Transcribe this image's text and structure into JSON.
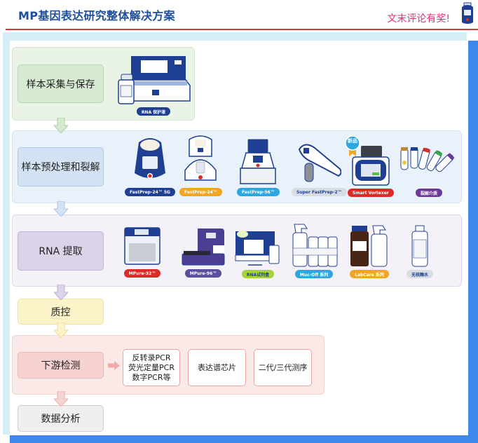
{
  "header": {
    "title": "MP基因表达研究整体解决方案",
    "promo": "文末评论有奖!",
    "accent_line_color": "#d63b3b",
    "title_color": "#1e4f9c",
    "promo_color": "#e0307a",
    "icon": "fastprep-device-icon"
  },
  "frame": {
    "top_left_color": "#d6eef5",
    "right_bottom_color": "#3f87ea"
  },
  "workflow": {
    "steps": [
      {
        "label": "样本采集与保存",
        "color": "#d5ead1"
      },
      {
        "label": "样本预处理和裂解",
        "color": "#d3e2f3"
      },
      {
        "label": "RNA 提取",
        "color": "#dcd3e8"
      },
      {
        "label": "质控",
        "color": "#fcf3c8"
      },
      {
        "label": "下游检测",
        "color": "#f6d3d1"
      },
      {
        "label": "数据分析",
        "color": "#efefef"
      }
    ]
  },
  "sections": {
    "collection": {
      "products": [
        {
          "label": "RNA 保护液",
          "pill_color": "#1f3f93"
        }
      ]
    },
    "lysis": {
      "new_badge": "新品",
      "products": [
        {
          "label": "FastPrep-24™ 5G",
          "pill_color": "#1f3f93"
        },
        {
          "label": "FastPrep-24™",
          "pill_color": "#f0a623"
        },
        {
          "label": "FastPrep-96™",
          "pill_color": "#2ea7e0"
        },
        {
          "label": "Super FastPrep-2™",
          "pill_color": "#d9dde3"
        },
        {
          "label": "Smart Vortexer",
          "pill_color": "#d92c26"
        },
        {
          "label": "裂解介质",
          "pill_color": "#6c3a96"
        }
      ]
    },
    "extraction": {
      "products": [
        {
          "label": "MPure-32™",
          "pill_color": "#d92c26"
        },
        {
          "label": "MPure-96™",
          "pill_color": "#5b4f9e"
        },
        {
          "label": "RNA试剂盒",
          "pill_color": "#a5d339"
        },
        {
          "label": "Muc-Off 系列",
          "pill_color": "#2ea7e0"
        },
        {
          "label": "LabCare 系列",
          "pill_color": "#f0a623"
        },
        {
          "label": "无核酶水",
          "pill_color": "#d9dde3"
        }
      ]
    },
    "downstream": {
      "methods": [
        {
          "lines": [
            "反转录PCR",
            "荧光定量PCR",
            "数字PCR等"
          ]
        },
        {
          "lines": [
            "表达谱芯片"
          ]
        },
        {
          "lines": [
            "二代/三代测序"
          ]
        }
      ]
    }
  }
}
